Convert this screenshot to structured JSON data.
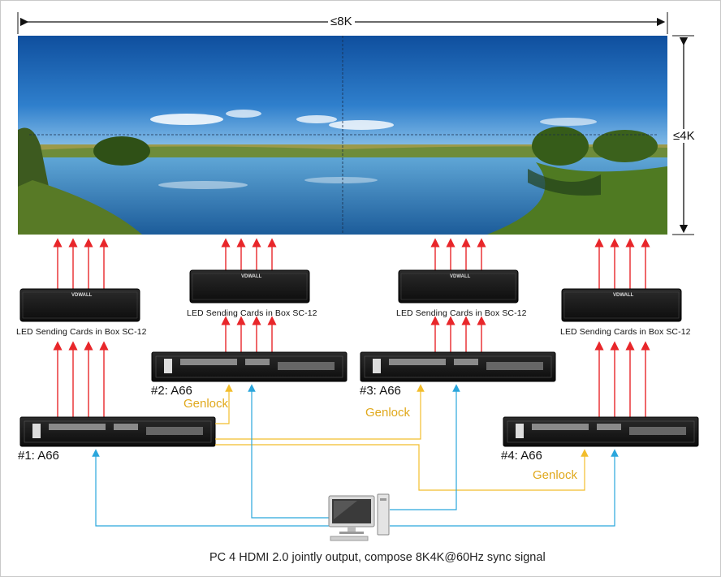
{
  "dimensions": {
    "width_label": "≤8K",
    "height_label": "≤4K"
  },
  "sending_box": {
    "label": "LED Sending Cards in Box SC-12",
    "brand": "VDWALL"
  },
  "processors": [
    {
      "label": "#1: A66"
    },
    {
      "label": "#2: A66"
    },
    {
      "label": "#3: A66"
    },
    {
      "label": "#4: A66"
    }
  ],
  "genlock_label": "Genlock",
  "caption": "PC 4 HDMI 2.0 jointly output, compose 8K4K@60Hz sync signal",
  "colors": {
    "video_arrow": "#e8262a",
    "genlock_arrow": "#f2bd2c",
    "hdmi_arrow": "#2aa6dc",
    "device_body": "#1a1a1a"
  }
}
